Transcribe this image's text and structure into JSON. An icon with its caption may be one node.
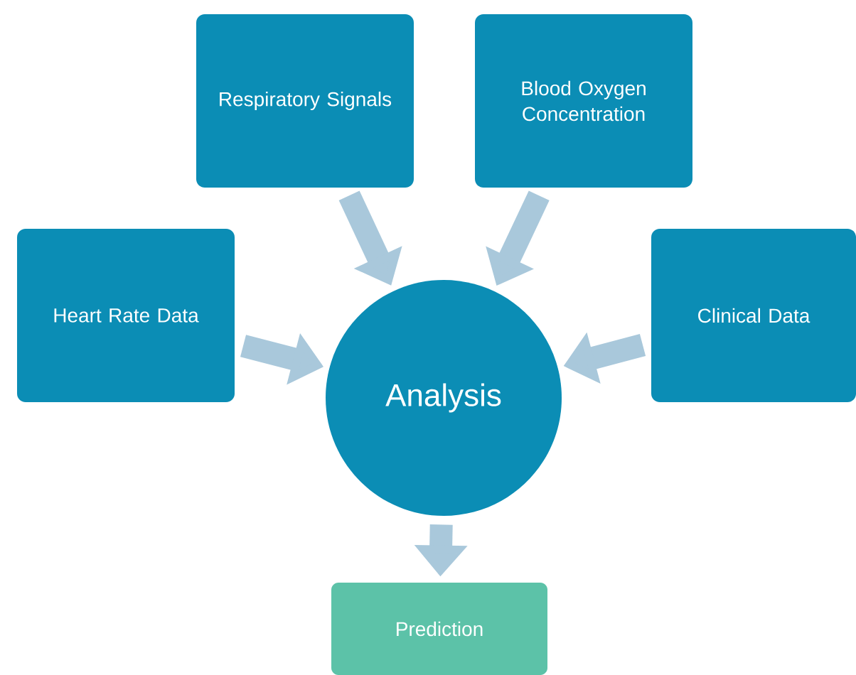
{
  "diagram": {
    "nodes": [
      {
        "text": [
          "Respiratory Signals"
        ]
      },
      {
        "text": [
          "Blood Oxygen Concentration"
        ]
      },
      {
        "text": [
          "Heart Rate Data"
        ]
      },
      {
        "text": [
          "Clinical Data"
        ]
      },
      {
        "text": [
          "Analysis"
        ]
      },
      {
        "text": [
          "Prediction"
        ]
      }
    ],
    "edges": [
      {
        "from": 0,
        "to": 4,
        "arrow": "to"
      },
      {
        "from": 1,
        "to": 4,
        "arrow": "to"
      },
      {
        "from": 2,
        "to": 4,
        "arrow": "to"
      },
      {
        "from": 3,
        "to": 4,
        "arrow": "to"
      },
      {
        "from": 4,
        "to": 5,
        "arrow": "to"
      }
    ]
  }
}
